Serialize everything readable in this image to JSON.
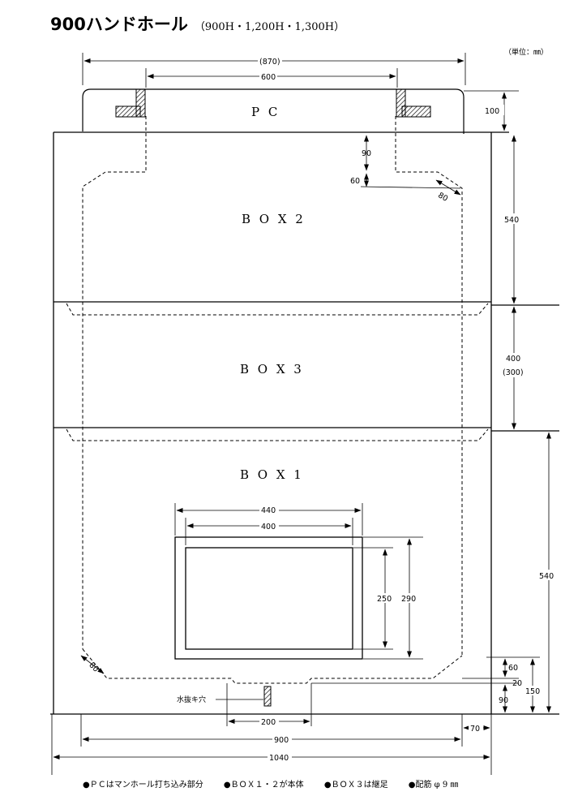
{
  "title": "900ハンドホール",
  "subtitle": "（900H・1,200H・1,300H）",
  "unit": "（単位：㎜）",
  "labels": {
    "pc": "P C",
    "box2": "B O X 2",
    "box3": "B O X 3",
    "box1": "B O X 1",
    "drain": "水抜キ穴"
  },
  "dims": {
    "d870": "(870)",
    "d600": "600",
    "d100": "100",
    "d90a": "90",
    "d60a": "60",
    "d80a": "80",
    "d540a": "540",
    "d400": "400",
    "d300": "(300)",
    "d540b": "540",
    "d440": "440",
    "d400b": "400",
    "d250": "250",
    "d290": "290",
    "d80b": "80",
    "d60b": "60",
    "d20": "20",
    "d90b": "90",
    "d150": "150",
    "d200": "200",
    "d900": "900",
    "d70": "70",
    "d1040": "1040"
  },
  "notes": [
    "●ＰＣはマンホール打ち込み部分",
    "●ＢＯＸ１・２が本体",
    "●ＢＯＸ３は継足",
    "●配筋 φ 9 ㎜"
  ]
}
